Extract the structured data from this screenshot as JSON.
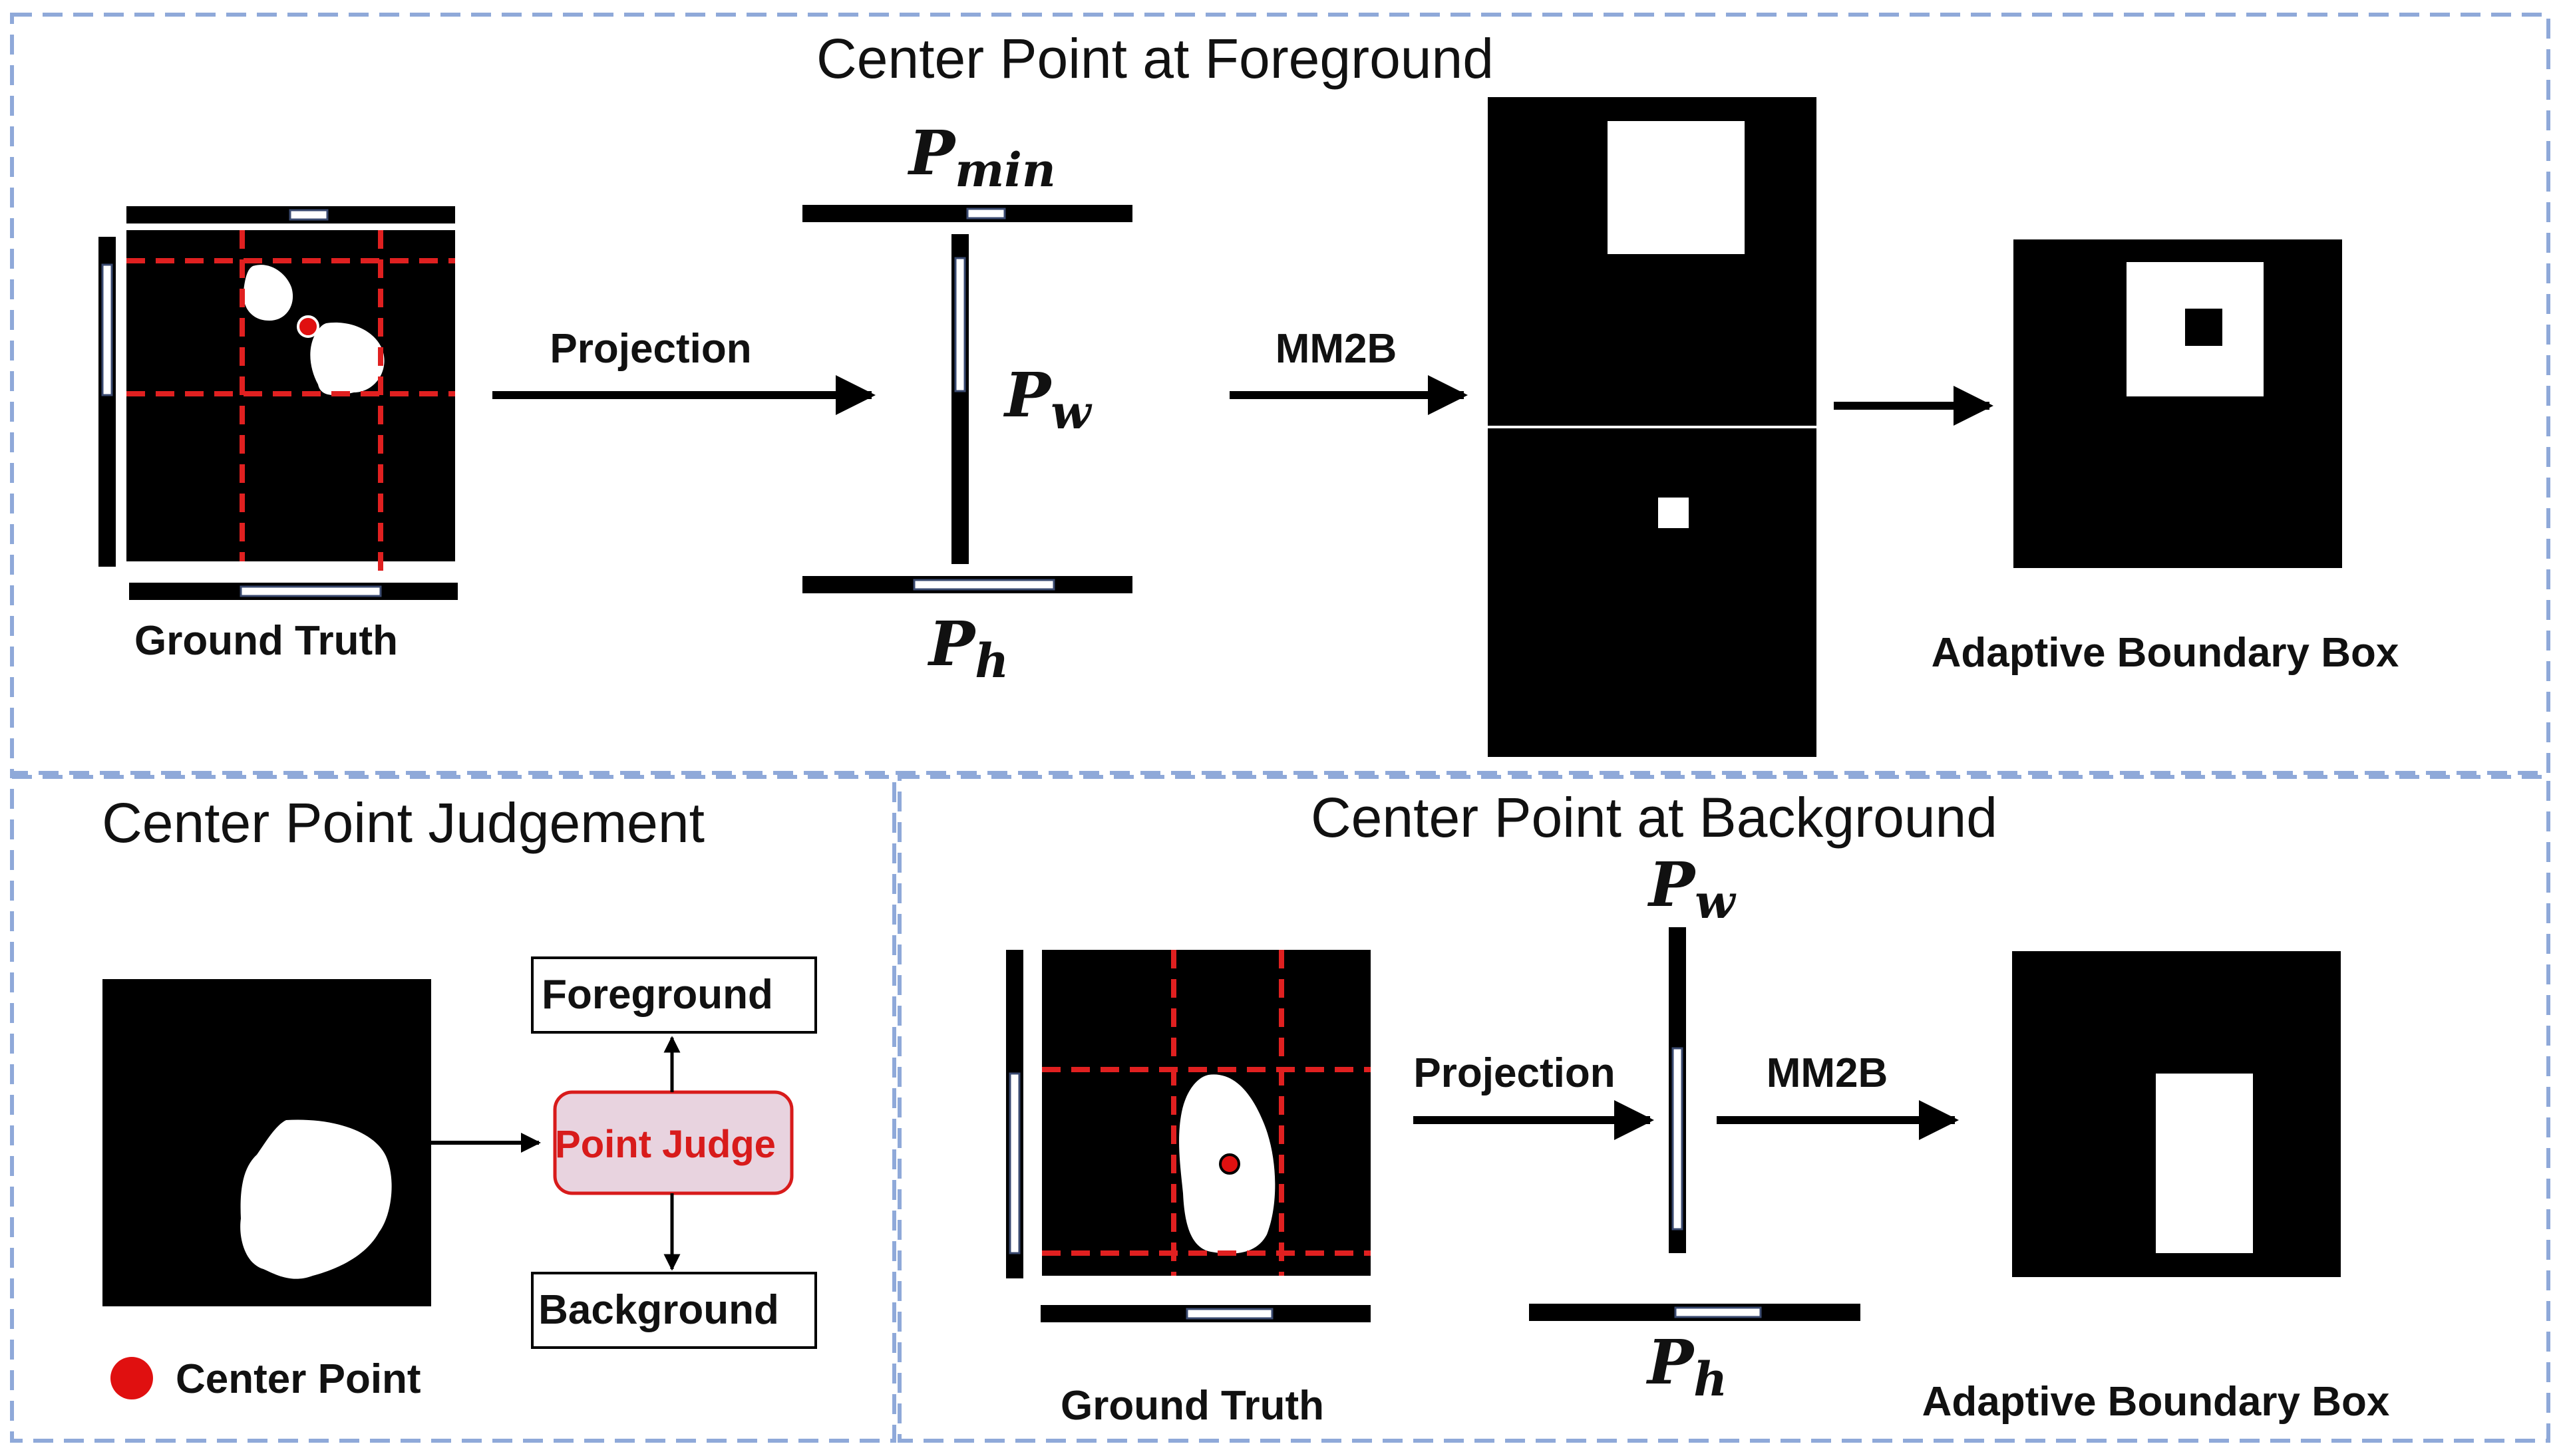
{
  "panels": {
    "foreground": {
      "title": "Center Point at Foreground",
      "ground_truth_label": "Ground Truth",
      "projection_label": "Projection",
      "mm2b_label": "MM2B",
      "p_min": {
        "base": "P",
        "sub": "min"
      },
      "p_w": {
        "base": "P",
        "sub": "w"
      },
      "p_h": {
        "base": "P",
        "sub": "h"
      },
      "result_label": "Adaptive Boundary Box"
    },
    "judgement": {
      "title": "Center Point Judgement",
      "judge_label": "Point Judge",
      "foreground_label": "Foreground",
      "background_label": "Background",
      "legend_label": "Center Point"
    },
    "background": {
      "title": "Center Point at Background",
      "ground_truth_label": "Ground Truth",
      "projection_label": "Projection",
      "mm2b_label": "MM2B",
      "p_w": {
        "base": "P",
        "sub": "w"
      },
      "p_h": {
        "base": "P",
        "sub": "h"
      },
      "result_label": "Adaptive Boundary Box"
    }
  },
  "colors": {
    "panel_border": "#8fa9d9",
    "mask_fill": "#000000",
    "foreground_fill": "#ffffff",
    "grid_line": "#e02020",
    "center_point": "#e01010",
    "judge_fill": "#e8d3df",
    "judge_border": "#d81b1b"
  }
}
